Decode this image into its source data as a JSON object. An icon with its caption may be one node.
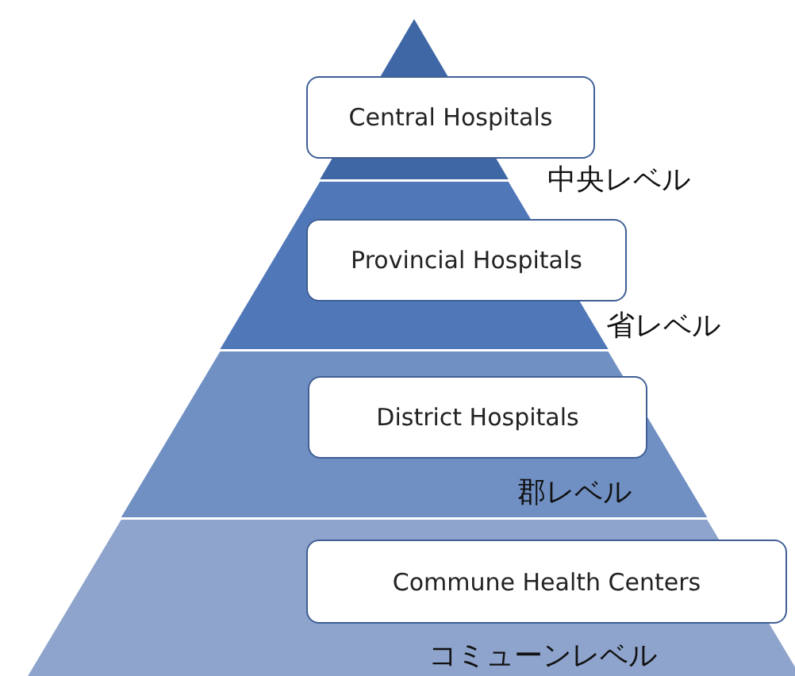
{
  "diagram": {
    "nodes": [
      {
        "text": [
          "Central Hospitals"
        ],
        "beside": [
          "中央レベル"
        ]
      },
      {
        "text": [
          "Provincial Hospitals"
        ],
        "beside": [
          "省レベル"
        ]
      },
      {
        "text": [
          "District Hospitals"
        ],
        "beside": [
          "郡レベル"
        ]
      },
      {
        "text": [
          "Commune Health Centers"
        ],
        "beside": [
          "コミューンレベル"
        ]
      }
    ]
  }
}
